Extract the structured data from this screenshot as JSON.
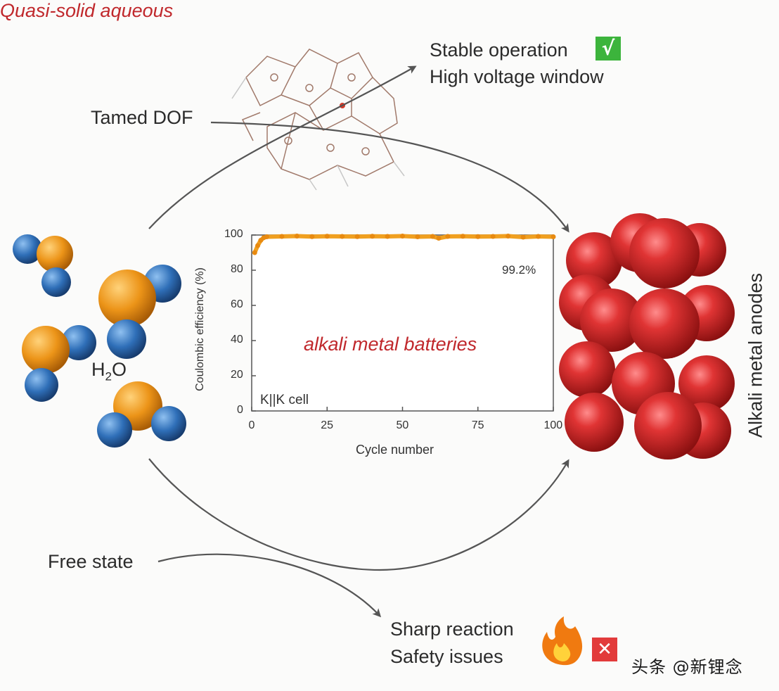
{
  "labels": {
    "tamed": "Tamed DOF",
    "stable": "Stable operation",
    "high_voltage": "High voltage window",
    "free_state": "Free state",
    "sharp_reaction": "Sharp reaction",
    "safety": "Safety issues",
    "h2o_main": "H",
    "h2o_sub": "2",
    "h2o_end": "O",
    "anodes": "Alkali metal anodes",
    "check_mark": "√",
    "cross_mark": "✕"
  },
  "watermark": "头条 @新锂念",
  "colors": {
    "arrow": "#555555",
    "oxygen": "#e8921a",
    "hydrogen": "#2f6fb8",
    "metal": "#d42a2a",
    "check_bg": "#3cb43c",
    "cross_bg": "#e23b3b",
    "plot_title": "#c0282c",
    "series": "#f0a020"
  },
  "chart_data": {
    "type": "line",
    "title_line1": "Quasi-solid aqueous",
    "title_line2": "alkali metal batteries",
    "xlabel": "Cycle number",
    "ylabel": "Coulombic efficiency (%)",
    "xlim": [
      0,
      100
    ],
    "ylim": [
      0,
      100
    ],
    "xticks": [
      "0",
      "25",
      "50",
      "75",
      "100"
    ],
    "yticks": [
      "0",
      "20",
      "40",
      "60",
      "80",
      "100"
    ],
    "annotation_value": "99.2%",
    "annotation_cell": "K||K cell",
    "series": [
      {
        "x": [
          1,
          2,
          3,
          4,
          5,
          10,
          15,
          20,
          25,
          30,
          35,
          40,
          45,
          50,
          55,
          60,
          62,
          65,
          70,
          75,
          80,
          85,
          90,
          95,
          100
        ],
        "values": [
          90,
          94,
          97,
          98.5,
          99,
          99.2,
          99.4,
          99.1,
          99.3,
          99.2,
          99.1,
          99.3,
          99.2,
          99.4,
          99.0,
          99.2,
          98.2,
          99.2,
          99.3,
          99.1,
          99.2,
          99.4,
          98.8,
          99.2,
          99.0
        ]
      }
    ]
  }
}
